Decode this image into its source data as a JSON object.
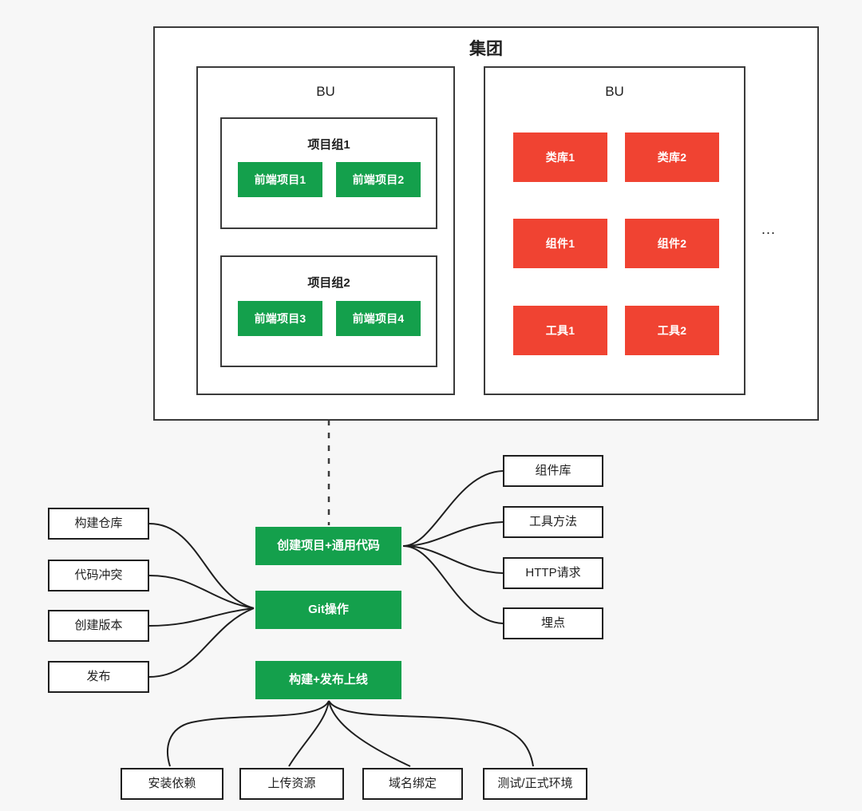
{
  "diagram": {
    "title": "集团",
    "org": {
      "group_label": "集团",
      "bu_left_label": "BU",
      "bu_right_label": "BU",
      "ellipsis": "...",
      "project_groups": [
        {
          "label": "项目组1",
          "projects": [
            "前端项目1",
            "前端项目2"
          ]
        },
        {
          "label": "项目组2",
          "projects": [
            "前端项目3",
            "前端项目4"
          ]
        }
      ],
      "assets": [
        "类库1",
        "类库2",
        "组件1",
        "组件2",
        "工具1",
        "工具2"
      ]
    },
    "mindmap": {
      "trunks": [
        {
          "label": "创建项目+通用代码"
        },
        {
          "label": "Git操作"
        },
        {
          "label": "构建+发布上线"
        }
      ],
      "left_leaves": [
        "构建仓库",
        "代码冲突",
        "创建版本",
        "发布"
      ],
      "right_leaves": [
        "组件库",
        "工具方法",
        "HTTP请求",
        "埋点"
      ],
      "bottom_leaves": [
        "安装依赖",
        "上传资源",
        "域名绑定",
        "测试/正式环境"
      ]
    }
  },
  "colors": {
    "green": "#14a04c",
    "red": "#f04332",
    "stroke": "#1f1f1f",
    "container_stroke": "#3b3b3b",
    "background": "#f7f7f7",
    "panel": "#ffffff",
    "text": "#1f1f1f",
    "chip_text": "#ffffff"
  }
}
